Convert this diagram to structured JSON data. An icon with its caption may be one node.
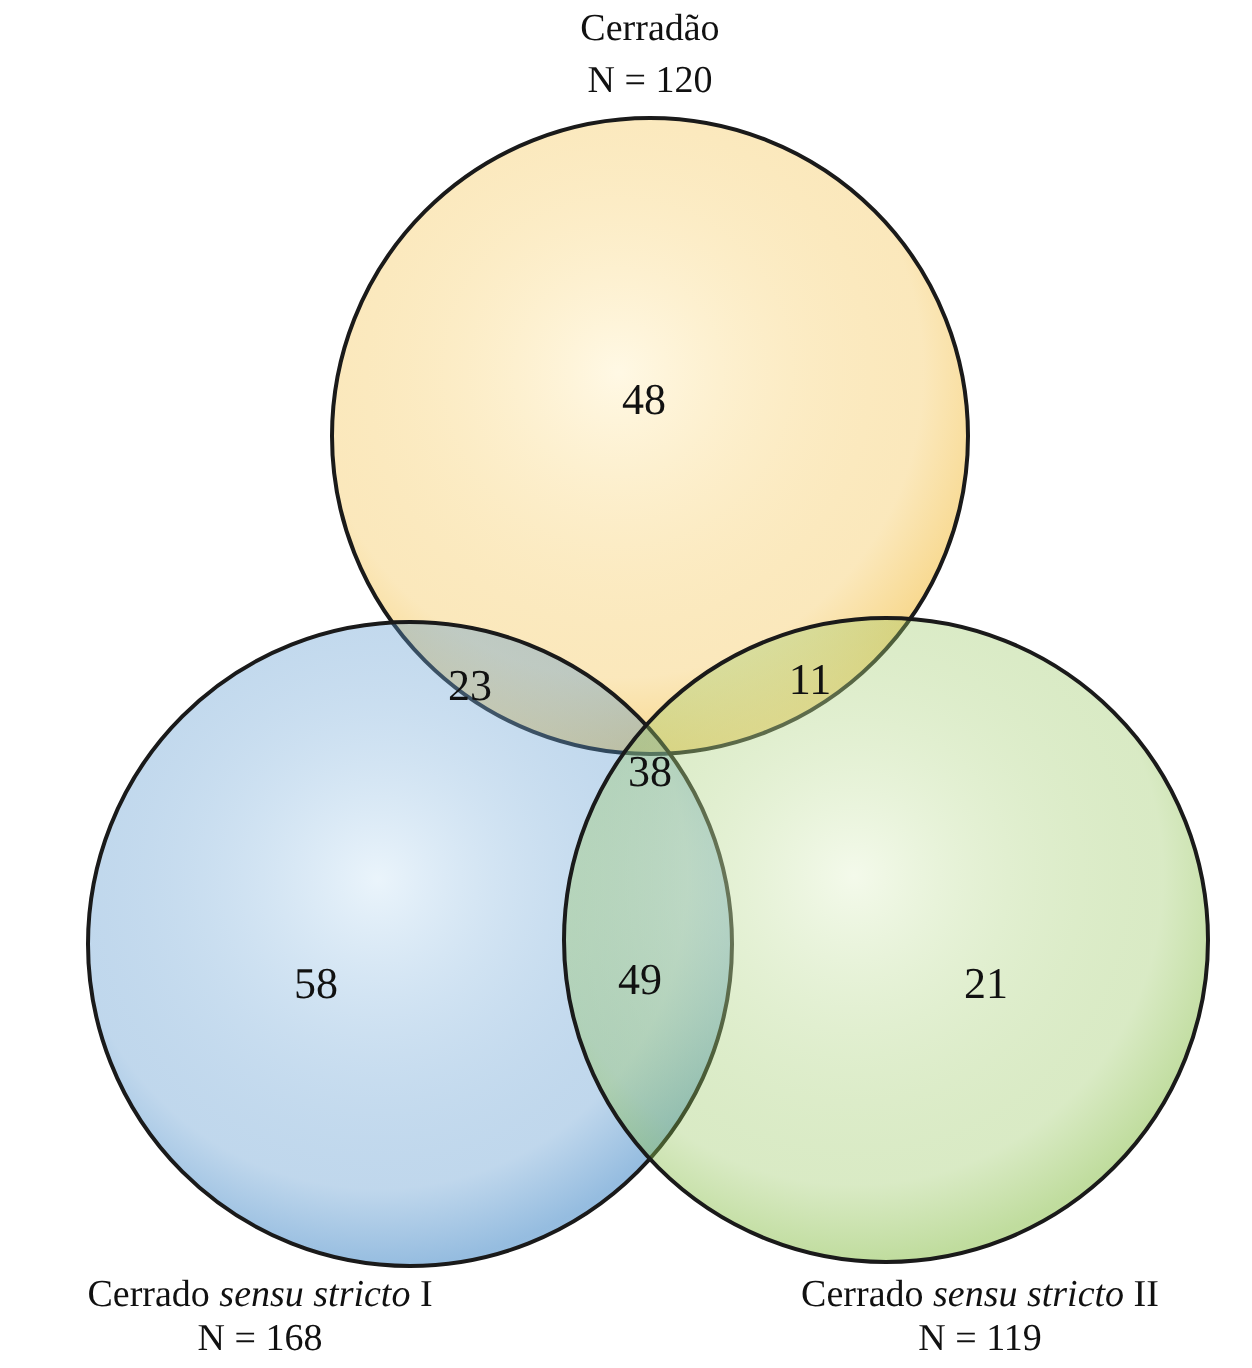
{
  "diagram": {
    "nodes": [
      {
        "text": [
          "Cerradão",
          "N = 120"
        ]
      },
      {
        "text": [
          "Cerrado *sensu stricto* I",
          "N = 168"
        ]
      },
      {
        "text": [
          "Cerrado *sensu stricto* II",
          "N = 119"
        ]
      }
    ],
    "labels": [
      "48",
      "23",
      "11",
      "38",
      "58",
      "49",
      "21"
    ]
  }
}
